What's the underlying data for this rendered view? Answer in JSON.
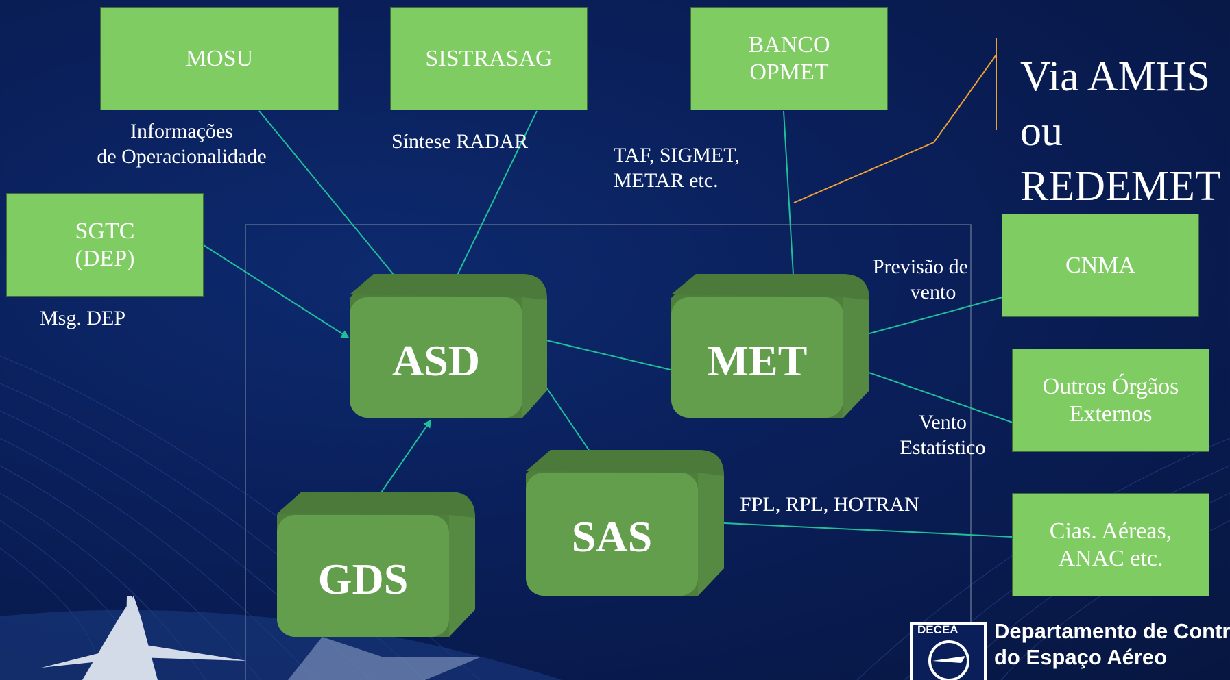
{
  "external_systems": {
    "mosu": "MOSU",
    "sistrasag": "SISTRASAG",
    "banco_opmet": [
      "BANCO",
      "OPMET"
    ],
    "sgtc": [
      "SGTC",
      "(DEP)"
    ],
    "cnma": "CNMA",
    "outros": [
      "Outros Órgãos",
      "Externos"
    ],
    "cias": [
      "Cias. Aéreas,",
      "ANAC etc."
    ]
  },
  "modules": {
    "asd": "ASD",
    "met": "MET",
    "sas": "SAS",
    "gds": "GDS"
  },
  "flow_labels": {
    "info_operacionalidade": [
      "Informações",
      "de Operacionalidade"
    ],
    "sintese_radar": "Síntese RADAR",
    "taf_sigmet": [
      "TAF, SIGMET,",
      "METAR etc."
    ],
    "msg_dep": "Msg. DEP",
    "previsao_vento": [
      "Previsão de",
      "vento"
    ],
    "vento_estatistico": [
      "Vento",
      "Estatístico"
    ],
    "fpl_rpl": "FPL, RPL, HOTRAN"
  },
  "callout": {
    "lines": [
      "Via AMHS",
      "ou",
      "REDEMET"
    ]
  },
  "logo": {
    "badge": "DECEA",
    "line1": "Departamento de Contro",
    "line2": "do Espaço Aéreo"
  },
  "colors": {
    "box_fill": "#7fcc63",
    "cube_front": "#629e4c",
    "cube_top": "#4f7f3d",
    "arrow": "#1fbf9a",
    "callout": "#f0a030",
    "background": "#0a1f5a"
  }
}
